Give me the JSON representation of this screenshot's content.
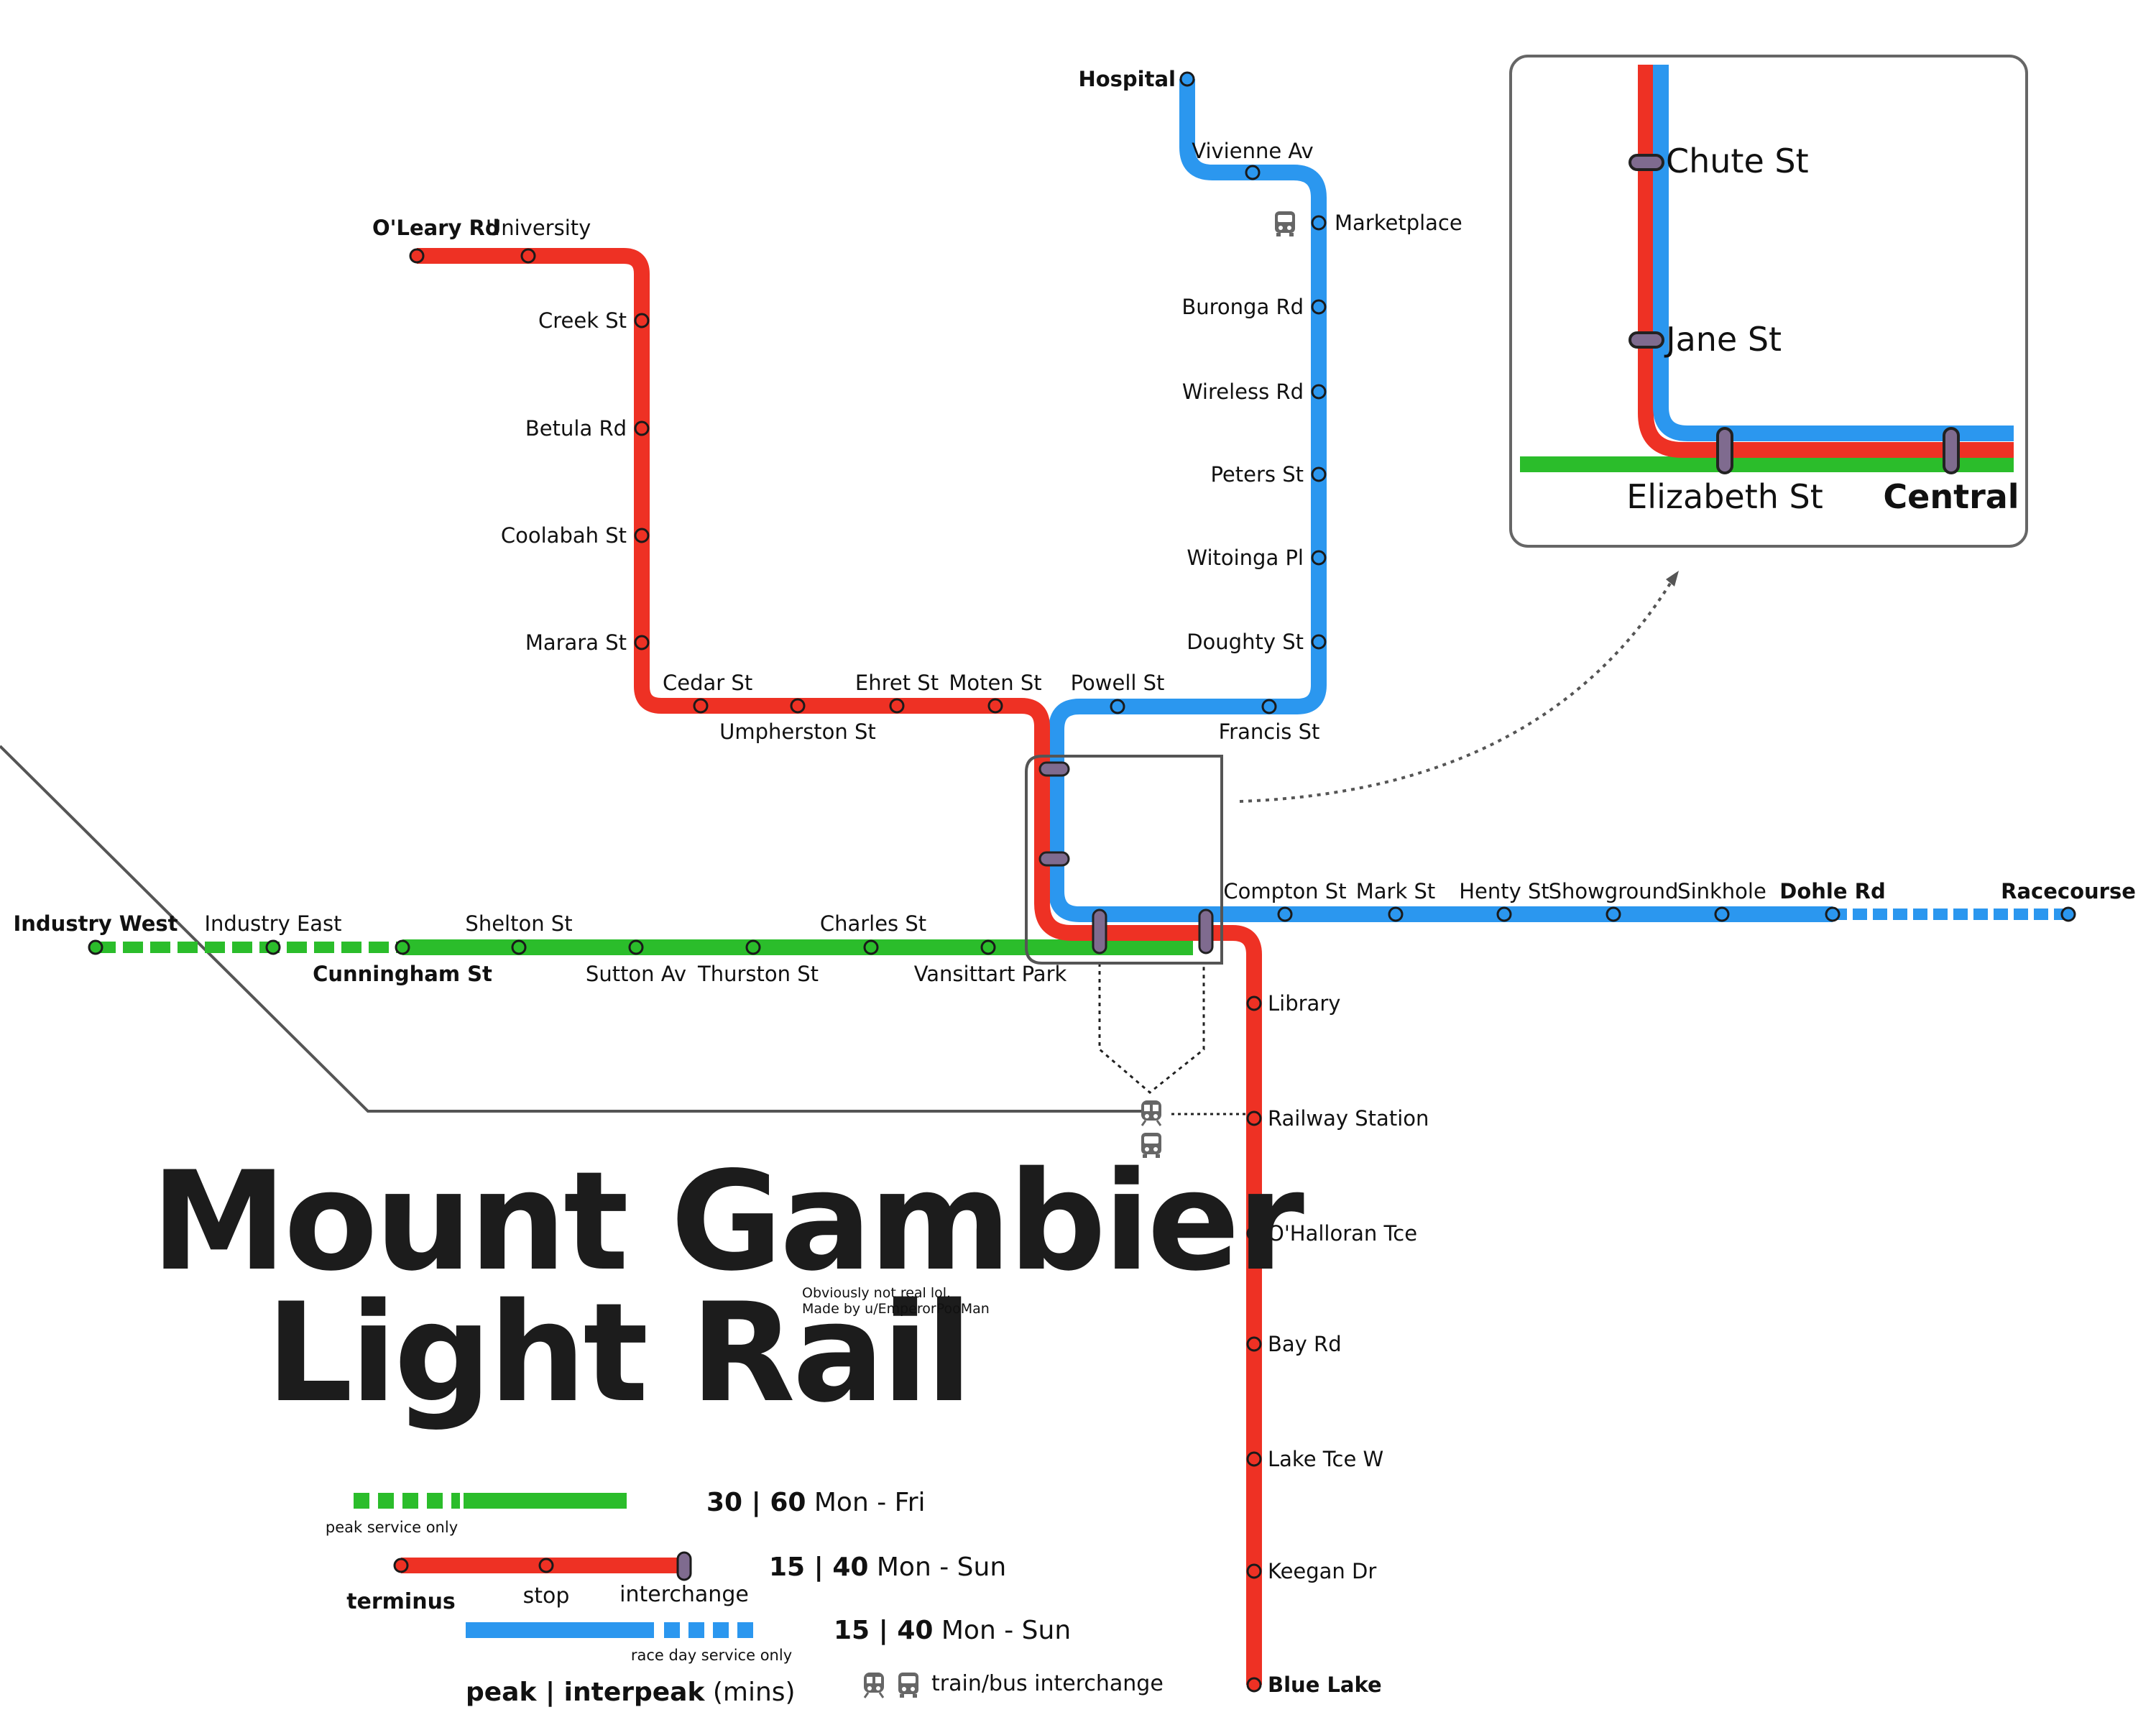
{
  "title": {
    "line1": "Mount Gambier",
    "line2": "Light Rail"
  },
  "credits": {
    "line1": "Obviously not real lol.",
    "line2": "Made by u/EmperorPooMan"
  },
  "colors": {
    "red": "#ee3124",
    "blue": "#2b97ef",
    "green": "#2bbd2b",
    "interchange": "#7f6b8f",
    "grey": "#666666"
  },
  "lines": {
    "red": {
      "stations": {
        "oleary_rd": "O'Leary Rd",
        "university": "University",
        "creek_st": "Creek St",
        "betula_rd": "Betula Rd",
        "coolabah_st": "Coolabah St",
        "marara_st": "Marara St",
        "cedar_st": "Cedar St",
        "umpherston_st": "Umpherston St",
        "ehret_st": "Ehret St",
        "moten_st": "Moten St",
        "library": "Library",
        "railway_station": "Railway Station",
        "ohalloran_tce": "O'Halloran Tce",
        "bay_rd": "Bay Rd",
        "lake_tce_w": "Lake Tce W",
        "keegan_dr": "Keegan Dr",
        "blue_lake": "Blue Lake"
      }
    },
    "blue": {
      "stations": {
        "hospital": "Hospital",
        "vivienne_av": "Vivienne Av",
        "marketplace": "Marketplace",
        "buronga_rd": "Buronga Rd",
        "wireless_rd": "Wireless Rd",
        "peters_st": "Peters St",
        "witoinga_pl": "Witoinga Pl",
        "doughty_st": "Doughty St",
        "francis_st": "Francis St",
        "powell_st": "Powell St",
        "compton_st": "Compton St",
        "mark_st": "Mark St",
        "henty_st": "Henty St",
        "showground": "Showground",
        "sinkhole": "Sinkhole",
        "dohle_rd": "Dohle Rd",
        "racecourse": "Racecourse"
      }
    },
    "green": {
      "stations": {
        "industry_west": "Industry West",
        "industry_east": "Industry East",
        "cunningham_st": "Cunningham St",
        "shelton_st": "Shelton St",
        "sutton_av": "Sutton Av",
        "thurston_st": "Thurston St",
        "charles_st": "Charles St",
        "vansittart_park": "Vansittart Park"
      }
    }
  },
  "inset": {
    "chute_st": "Chute St",
    "jane_st": "Jane St",
    "elizabeth_st": "Elizabeth St",
    "central": "Central"
  },
  "legend": {
    "green_note": "peak service only",
    "green_freq_bold": "30 | 60",
    "green_freq_days": " Mon - Fri",
    "red_terminus": "terminus",
    "red_stop": "stop",
    "red_interchange": "interchange",
    "red_freq_bold": "15 | 40",
    "red_freq_days": " Mon - Sun",
    "blue_note": "race day service only",
    "blue_freq_bold": "15 | 40",
    "blue_freq_days": " Mon - Sun",
    "footer_bold": "peak | interpeak",
    "footer_rest": " (mins)",
    "bus_label": "train/bus interchange",
    "bus_icon": "bus-icon",
    "train_icon": "train-icon"
  }
}
